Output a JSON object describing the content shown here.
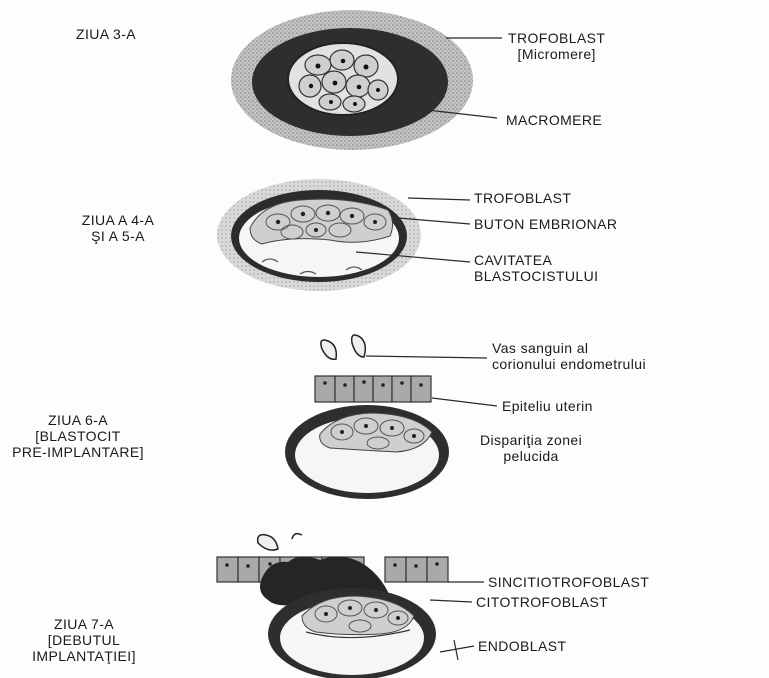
{
  "stages": [
    {
      "day_lines": [
        "ZIUA 3-A"
      ],
      "labels": [
        [
          "TROFOBLAST",
          "[Micromere]"
        ],
        [
          "MACROMERE"
        ]
      ]
    },
    {
      "day_lines": [
        "ZIUA A 4-A",
        "ŞI A 5-A"
      ],
      "labels": [
        [
          "TROFOBLAST"
        ],
        [
          "BUTON EMBRIONAR"
        ],
        [
          "CAVITATEA",
          "BLASTOCISTULUI"
        ]
      ]
    },
    {
      "day_lines": [
        "ZIUA 6-A",
        "[BLASTOCIT",
        "PRE-IMPLANTARE]"
      ],
      "labels": [
        [
          "Vas sanguin al",
          "corionului endometrului"
        ],
        [
          "Epiteliu uterin"
        ],
        [
          "Dispariţia zonei",
          "pelucida"
        ]
      ]
    },
    {
      "day_lines": [
        "ZIUA 7-A",
        "[DEBUTUL",
        "IMPLANTAŢIEI]"
      ],
      "labels": [
        [
          "SINCITIOTROFOBLAST"
        ],
        [
          "CITOTROFOBLAST"
        ],
        [
          "ENDOBLAST"
        ]
      ]
    }
  ],
  "colors": {
    "ink": "#1f1f1f",
    "zona_pellucida": "#b9b9b9",
    "trophoblast": "#3a3a3a",
    "cell_fill": "#d6d6d6",
    "cavity": "#f7f7f7",
    "epithelium": "#a8a8a8"
  }
}
